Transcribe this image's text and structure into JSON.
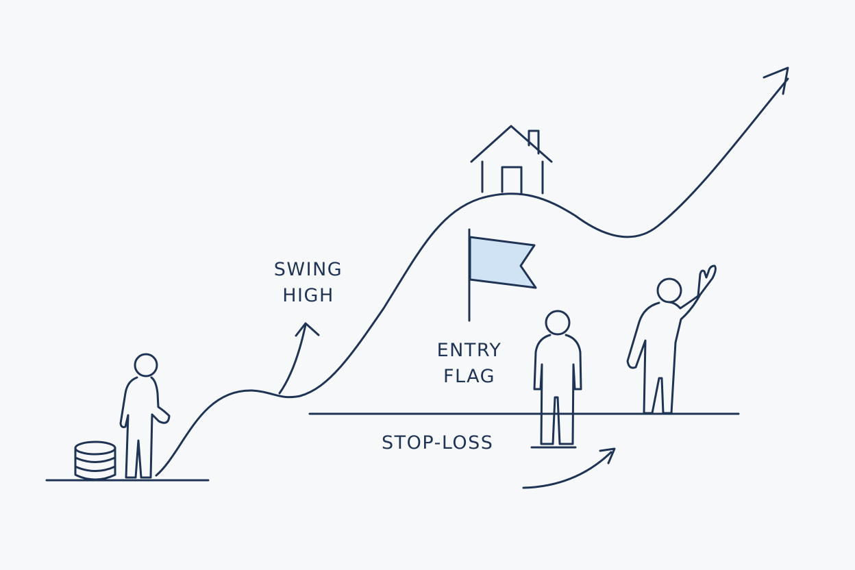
{
  "labels": {
    "swing_high": [
      "SWING",
      "HIGH"
    ],
    "entry_flag": [
      "ENTRY",
      "FLAG"
    ],
    "stop_loss": "STOP-LOSS"
  },
  "icons": [
    "coin-stack-icon",
    "person-standing-icon",
    "house-icon",
    "flag-icon",
    "person-waving-icon",
    "arrow-up-right-icon"
  ],
  "colors": {
    "ink": "#1f3354",
    "flag_fill": "#cfe3f5",
    "background": "#f7f8fa"
  }
}
